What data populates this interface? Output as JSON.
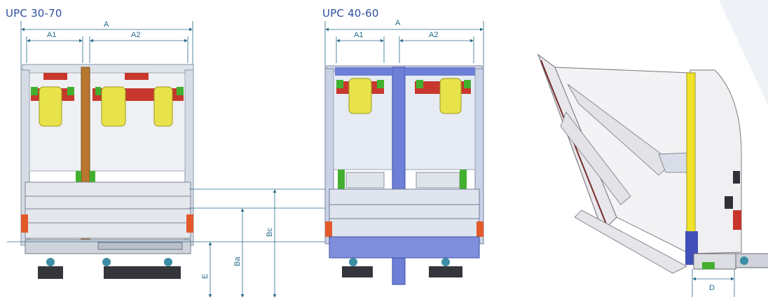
{
  "left_view": {
    "title": "UPC 30-70",
    "dims": {
      "A": "A",
      "A1": "A1",
      "A2": "A2",
      "Bc": "Bc",
      "Ba": "Ba",
      "E": "E"
    },
    "accents": {
      "frame": "#d6dce6",
      "lid": "#c8372d",
      "roller": "#e8e34a",
      "green": "#42b02e",
      "wood": "#b8762e",
      "lamp": "#e25a2a"
    }
  },
  "center_view": {
    "title": "UPC 40-60",
    "dims": {
      "A": "A",
      "A1": "A1",
      "A2": "A2"
    },
    "accents": {
      "frame": "#c9d2e6",
      "lid": "#c8372d",
      "roller": "#e8e34a",
      "green": "#42b02e",
      "divider": "#6d7fd6"
    }
  },
  "right_view": {
    "dims": {
      "D": "D"
    },
    "accents": {
      "body": "#f0f0f2",
      "yellow_strip": "#f1e22a",
      "red_hinge": "#7a2b2b"
    }
  },
  "colors": {
    "title": "#2e4fa0",
    "dimension_line": "#2a6a8a"
  }
}
